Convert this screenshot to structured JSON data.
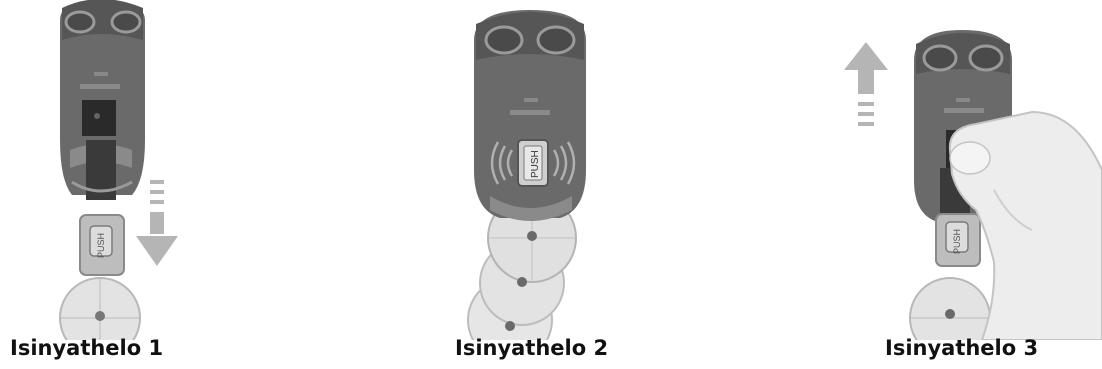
{
  "steps": [
    {
      "caption": "Isinyathelo 1",
      "push_label": "PUSH"
    },
    {
      "caption": "Isinyathelo 2",
      "push_label": "PUSH"
    },
    {
      "caption": "Isinyathelo 3",
      "push_label": "PUSH"
    }
  ],
  "colors": {
    "body_dark": "#5a5a5a",
    "body_mid": "#7a7a7a",
    "body_light": "#9c9c9c",
    "disc": "#e3e3e3",
    "disc_edge": "#b8b8b8",
    "arrow": "#b3b3b3",
    "hand": "#ececec"
  }
}
